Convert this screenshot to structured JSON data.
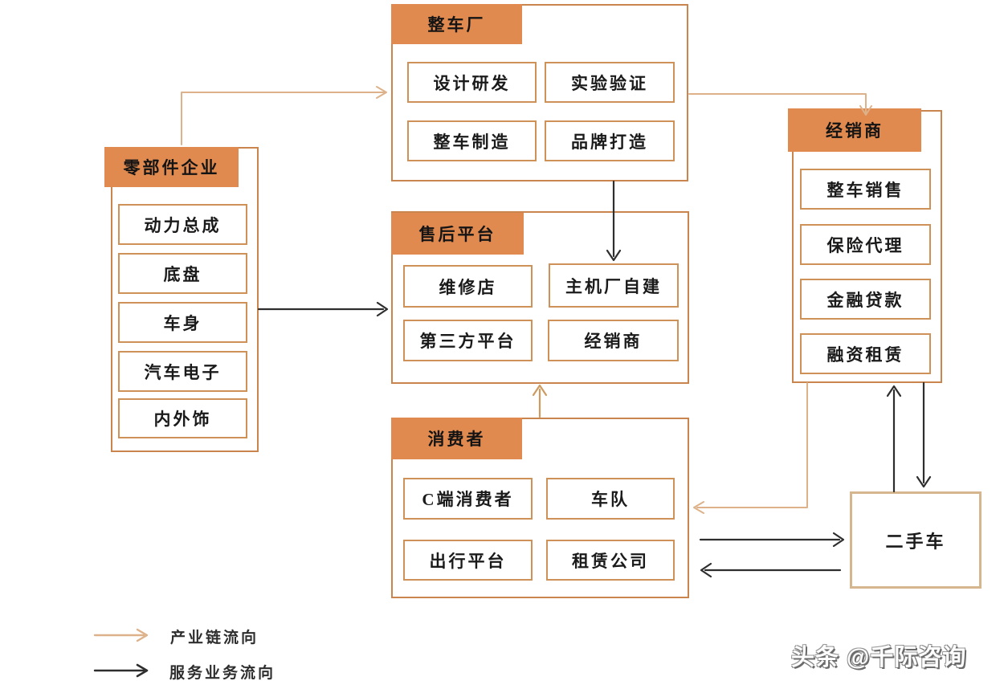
{
  "diagram": {
    "groups": {
      "oem": {
        "title": "整车厂",
        "items": [
          "设计研发",
          "实验验证",
          "整车制造",
          "品牌打造"
        ]
      },
      "parts": {
        "title": "零部件企业",
        "items": [
          "动力总成",
          "底盘",
          "车身",
          "汽车电子",
          "内外饰"
        ]
      },
      "aftersales": {
        "title": "售后平台",
        "items": [
          "维修店",
          "主机厂自建",
          "第三方平台",
          "经销商"
        ]
      },
      "consumers": {
        "title": "消费者",
        "items": [
          "C端消费者",
          "车队",
          "出行平台",
          "租赁公司"
        ]
      },
      "dealers": {
        "title": "经销商",
        "items": [
          "整车销售",
          "保险代理",
          "金融贷款",
          "融资租赁"
        ]
      },
      "used_car": {
        "title": "二手车"
      }
    },
    "flows": [
      {
        "from": "零部件企业",
        "to": "整车厂",
        "type": "industry_chain"
      },
      {
        "from": "整车厂",
        "to": "经销商",
        "type": "industry_chain"
      },
      {
        "from": "经销商",
        "to": "消费者",
        "type": "industry_chain"
      },
      {
        "from": "消费者",
        "to": "售后平台",
        "type": "industry_chain"
      },
      {
        "from": "整车厂",
        "to": "售后平台-主机厂自建",
        "type": "service_business"
      },
      {
        "from": "零部件企业",
        "to": "售后平台",
        "type": "service_business"
      },
      {
        "from": "消费者",
        "to": "二手车",
        "type": "service_business"
      },
      {
        "from": "二手车",
        "to": "消费者",
        "type": "service_business"
      },
      {
        "from": "二手车",
        "to": "经销商",
        "type": "service_business"
      },
      {
        "from": "经销商",
        "to": "二手车",
        "type": "service_business"
      }
    ],
    "legend": {
      "industry_chain": {
        "label": "产业链流向",
        "color": "#DDB28A"
      },
      "service_business": {
        "label": "服务业务流向",
        "color": "#2E2E2E"
      }
    },
    "watermark": "头条 @千际咨询",
    "colors": {
      "header_fill": "#E08A50",
      "group_border": "#C9854D",
      "item_border": "#CE9157",
      "used_car_border": "#D5B68E",
      "industry_flow_arrow": "#DDB28A",
      "industry_flow_arrow_strong": "#CE9A60",
      "service_flow_arrow": "#2E2E2E",
      "text": "#1A1A1A"
    }
  }
}
